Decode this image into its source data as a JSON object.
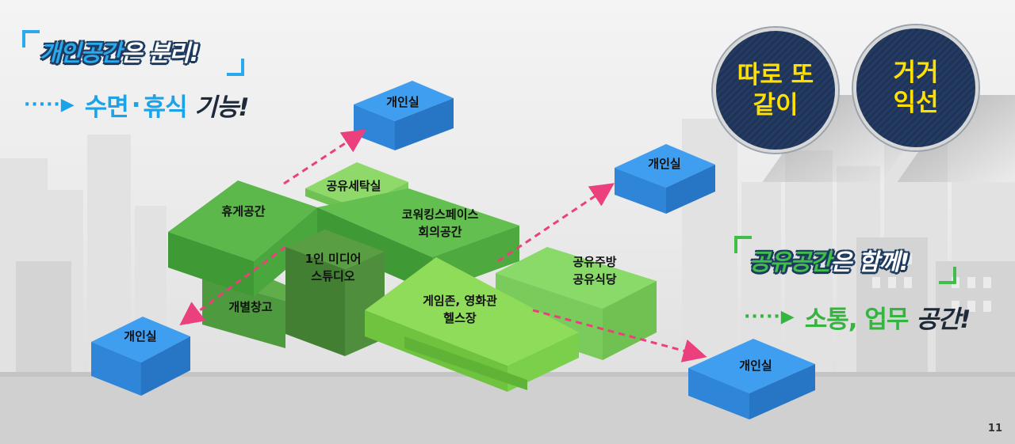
{
  "left_heading": {
    "title_highlight": "개인공간",
    "title_rest": "은 분리!",
    "arrow": "·····▶",
    "sub_part1": "수면",
    "sub_sep": "·",
    "sub_part2": "휴식",
    "sub_rest": " 기능!"
  },
  "right_heading": {
    "title_highlight": "공유공간",
    "title_rest": "은 함께!",
    "arrow": "·····▶",
    "sub_part1": "소통, 업무",
    "sub_rest": " 공간!"
  },
  "badges": [
    {
      "line1": "따로 또",
      "line2": "같이"
    },
    {
      "line1": "거거",
      "line2": "익선"
    }
  ],
  "private_rooms": [
    "개인실",
    "개인실",
    "개인실",
    "개인실"
  ],
  "shared_spaces": {
    "lounge": "휴게공간",
    "laundry": "공유세탁실",
    "coworking_line1": "코워킹스페이스",
    "coworking_line2": "회의공간",
    "studio_line1": "1인 미디어",
    "studio_line2": "스튜디오",
    "storage": "개별창고",
    "kitchen_line1": "공유주방",
    "kitchen_line2": "공유식당",
    "game_line1": "게임존, 영화관",
    "game_line2": "헬스장"
  },
  "colors": {
    "private_room": "#2e8fe6",
    "arrow": "#ec3f7d",
    "badge_text": "#ffe000",
    "accent_blue": "#2aa9ee",
    "accent_green": "#3fbf4a"
  },
  "page_number": "11"
}
